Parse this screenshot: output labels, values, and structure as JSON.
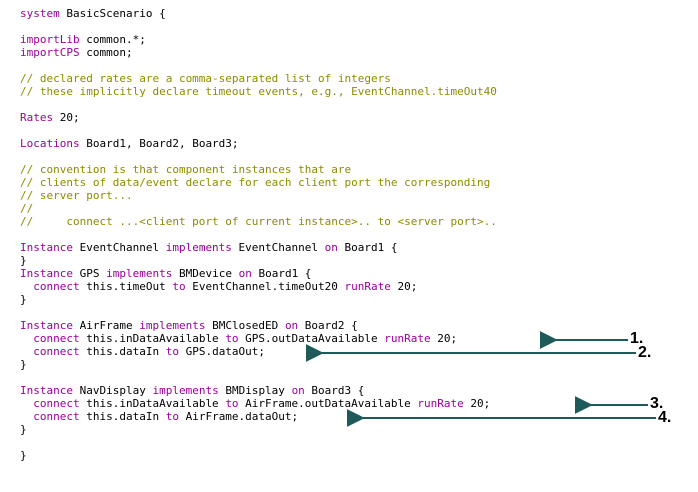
{
  "colors": {
    "keyword": "#9b009b",
    "comment": "#8c8c00",
    "text": "#000000",
    "arrow": "#1f5a5a"
  },
  "code": {
    "lines": [
      [
        {
          "k": "kw",
          "t": "system"
        },
        {
          "k": "tx",
          "t": " BasicScenario {"
        }
      ],
      [],
      [
        {
          "k": "kw",
          "t": "importLib"
        },
        {
          "k": "tx",
          "t": " common.*;"
        }
      ],
      [
        {
          "k": "kw",
          "t": "importCPS"
        },
        {
          "k": "tx",
          "t": " common;"
        }
      ],
      [],
      [
        {
          "k": "cm",
          "t": "// declared rates are a comma-separated list of integers"
        }
      ],
      [
        {
          "k": "cm",
          "t": "// these implicitly declare timeout events, e.g., EventChannel.timeOut40"
        }
      ],
      [],
      [
        {
          "k": "kw",
          "t": "Rates"
        },
        {
          "k": "tx",
          "t": " 20;"
        }
      ],
      [],
      [
        {
          "k": "kw",
          "t": "Locations"
        },
        {
          "k": "tx",
          "t": " Board1, Board2, Board3;"
        }
      ],
      [],
      [
        {
          "k": "cm",
          "t": "// convention is that component instances that are"
        }
      ],
      [
        {
          "k": "cm",
          "t": "// clients of data/event declare for each client port the corresponding"
        }
      ],
      [
        {
          "k": "cm",
          "t": "// server port..."
        }
      ],
      [
        {
          "k": "cm",
          "t": "//"
        }
      ],
      [
        {
          "k": "cm",
          "t": "//     connect ...<client port of current instance>.. to <server port>.."
        }
      ],
      [],
      [
        {
          "k": "kw",
          "t": "Instance"
        },
        {
          "k": "tx",
          "t": " EventChannel "
        },
        {
          "k": "kw",
          "t": "implements"
        },
        {
          "k": "tx",
          "t": " EventChannel "
        },
        {
          "k": "kw",
          "t": "on"
        },
        {
          "k": "tx",
          "t": " Board1 {"
        }
      ],
      [
        {
          "k": "tx",
          "t": "}"
        }
      ],
      [
        {
          "k": "kw",
          "t": "Instance"
        },
        {
          "k": "tx",
          "t": " GPS "
        },
        {
          "k": "kw",
          "t": "implements"
        },
        {
          "k": "tx",
          "t": " BMDevice "
        },
        {
          "k": "kw",
          "t": "on"
        },
        {
          "k": "tx",
          "t": " Board1 {"
        }
      ],
      [
        {
          "k": "tx",
          "t": "  "
        },
        {
          "k": "kw",
          "t": "connect"
        },
        {
          "k": "tx",
          "t": " this.timeOut "
        },
        {
          "k": "kw",
          "t": "to"
        },
        {
          "k": "tx",
          "t": " EventChannel.timeOut20 "
        },
        {
          "k": "kw",
          "t": "runRate"
        },
        {
          "k": "tx",
          "t": " 20;"
        }
      ],
      [
        {
          "k": "tx",
          "t": "}"
        }
      ],
      [],
      [
        {
          "k": "kw",
          "t": "Instance"
        },
        {
          "k": "tx",
          "t": " AirFrame "
        },
        {
          "k": "kw",
          "t": "implements"
        },
        {
          "k": "tx",
          "t": " BMClosedED "
        },
        {
          "k": "kw",
          "t": "on"
        },
        {
          "k": "tx",
          "t": " Board2 {"
        }
      ],
      [
        {
          "k": "tx",
          "t": "  "
        },
        {
          "k": "kw",
          "t": "connect"
        },
        {
          "k": "tx",
          "t": " this.inDataAvailable "
        },
        {
          "k": "kw",
          "t": "to"
        },
        {
          "k": "tx",
          "t": " GPS.outDataAvailable "
        },
        {
          "k": "kw",
          "t": "runRate"
        },
        {
          "k": "tx",
          "t": " 20;"
        }
      ],
      [
        {
          "k": "tx",
          "t": "  "
        },
        {
          "k": "kw",
          "t": "connect"
        },
        {
          "k": "tx",
          "t": " this.dataIn "
        },
        {
          "k": "kw",
          "t": "to"
        },
        {
          "k": "tx",
          "t": " GPS.dataOut;"
        }
      ],
      [
        {
          "k": "tx",
          "t": "}"
        }
      ],
      [],
      [
        {
          "k": "kw",
          "t": "Instance"
        },
        {
          "k": "tx",
          "t": " NavDisplay "
        },
        {
          "k": "kw",
          "t": "implements"
        },
        {
          "k": "tx",
          "t": " BMDisplay "
        },
        {
          "k": "kw",
          "t": "on"
        },
        {
          "k": "tx",
          "t": " Board3 {"
        }
      ],
      [
        {
          "k": "tx",
          "t": "  "
        },
        {
          "k": "kw",
          "t": "connect"
        },
        {
          "k": "tx",
          "t": " this.inDataAvailable "
        },
        {
          "k": "kw",
          "t": "to"
        },
        {
          "k": "tx",
          "t": " AirFrame.outDataAvailable "
        },
        {
          "k": "kw",
          "t": "runRate"
        },
        {
          "k": "tx",
          "t": " 20;"
        }
      ],
      [
        {
          "k": "tx",
          "t": "  "
        },
        {
          "k": "kw",
          "t": "connect"
        },
        {
          "k": "tx",
          "t": " this.dataIn "
        },
        {
          "k": "kw",
          "t": "to"
        },
        {
          "k": "tx",
          "t": " AirFrame.dataOut;"
        }
      ],
      [
        {
          "k": "tx",
          "t": "}"
        }
      ],
      [],
      [
        {
          "k": "tx",
          "t": "}"
        }
      ]
    ]
  },
  "callouts": {
    "c1": "1.",
    "c2": "2.",
    "c3": "3.",
    "c4": "4."
  }
}
